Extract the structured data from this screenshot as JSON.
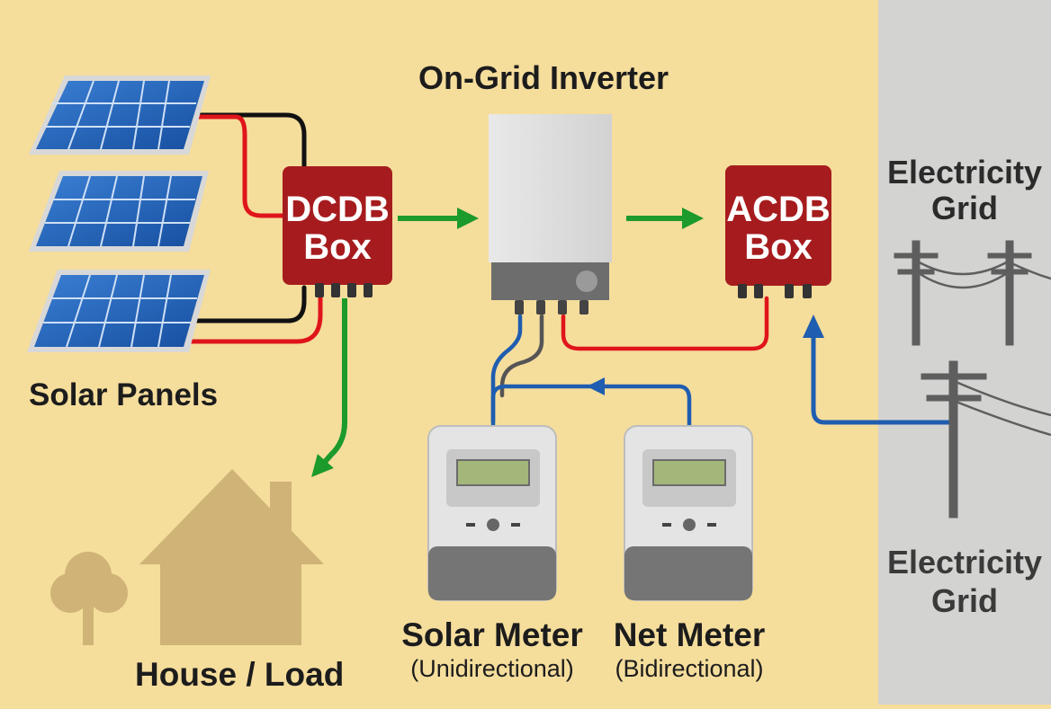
{
  "labels": {
    "inverter": "On-Grid Inverter",
    "solar_panels": "Solar Panels",
    "house": "House / Load",
    "dcdb_line1": "DCDB",
    "dcdb_line2": "Box",
    "acdb_line1": "ACDB",
    "acdb_line2": "Box",
    "grid_top_line1": "Electricity",
    "grid_top_line2": "Grid",
    "grid_bottom_line1": "Electricity",
    "grid_bottom_line2": "Grid",
    "solar_meter": "Solar Meter",
    "solar_meter_sub": "(Unidirectional)",
    "net_meter": "Net Meter",
    "net_meter_sub": "(Bidirectional)"
  },
  "colors": {
    "background": "#f5dd9c",
    "grid_panel": "#d3d3d1",
    "box_red": "#a61c1e",
    "arrow_green": "#1c9a2c",
    "wire_blue": "#1f5db0",
    "wire_red": "#e0151b",
    "wire_black": "#111111",
    "house_silhouette": "#cfb377"
  }
}
